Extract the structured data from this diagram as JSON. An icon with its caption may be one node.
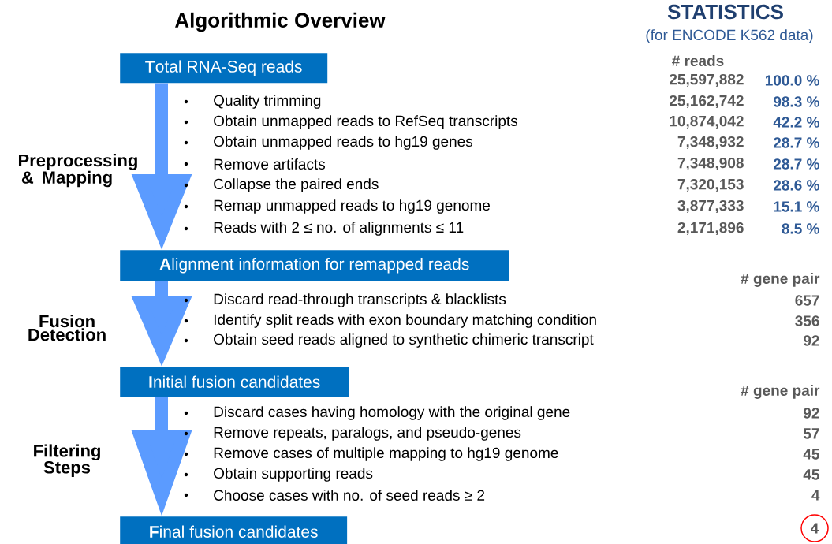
{
  "diagram": {
    "title": "Algorithmic Overview",
    "nodes": [
      {
        "text": [
          "**T**otal RNA-Seq reads"
        ]
      },
      {
        "text": [
          "**A**lignment information for remapped reads"
        ]
      },
      {
        "text": [
          "**I**nitial fusion candidates"
        ]
      },
      {
        "text": [
          "**F**inal fusion candidates"
        ]
      },
      {
        "text": [
          "4"
        ]
      }
    ],
    "edges": [
      {
        "from": 0,
        "to": 1,
        "arrow": "to",
        "label": "Preprocessing & Mapping"
      },
      {
        "from": 1,
        "to": 2,
        "arrow": "to",
        "label": "Fusion Detection"
      },
      {
        "from": 2,
        "to": 3,
        "arrow": "to",
        "label": "Filtering Steps"
      }
    ],
    "labels": [
      "STATISTICS",
      "(for ENCODE K562 data)",
      "# reads",
      "25,597,882",
      "100.0 %",
      "Quality trimming",
      "25,162,742",
      "98.3 %",
      "Obtain unmapped reads to RefSeq transcripts",
      "10,874,042",
      "42.2 %",
      "Obtain unmapped  reads to hg19 genes",
      "7,348,932",
      "28.7 %",
      "Remove artifacts",
      "7,348,908",
      "28.7 %",
      "Collapse the paired ends",
      "7,320,153",
      "28.6 %",
      "Remap unmapped reads to hg19 genome",
      "3,877,333",
      "15.1 %",
      "Reads with 2 ≤ no. of alignments ≤ 11",
      "2,171,896",
      "8.5 %",
      "# gene pair",
      "Discard read-through transcripts & blacklists",
      "657",
      "Identify split reads with exon boundary matching condition",
      "356",
      "Obtain seed reads aligned to synthetic chimeric transcript",
      "92",
      "# gene pair",
      "Discard  cases having homology with the original gene",
      "92",
      "Remove repeats, paralogs, and pseudo-genes",
      "57",
      "Remove cases of multiple mapping to hg19 genome",
      "45",
      "Obtain supporting reads",
      "45",
      "Choose cases with no. of seed reads ≥ 2",
      "4"
    ]
  }
}
